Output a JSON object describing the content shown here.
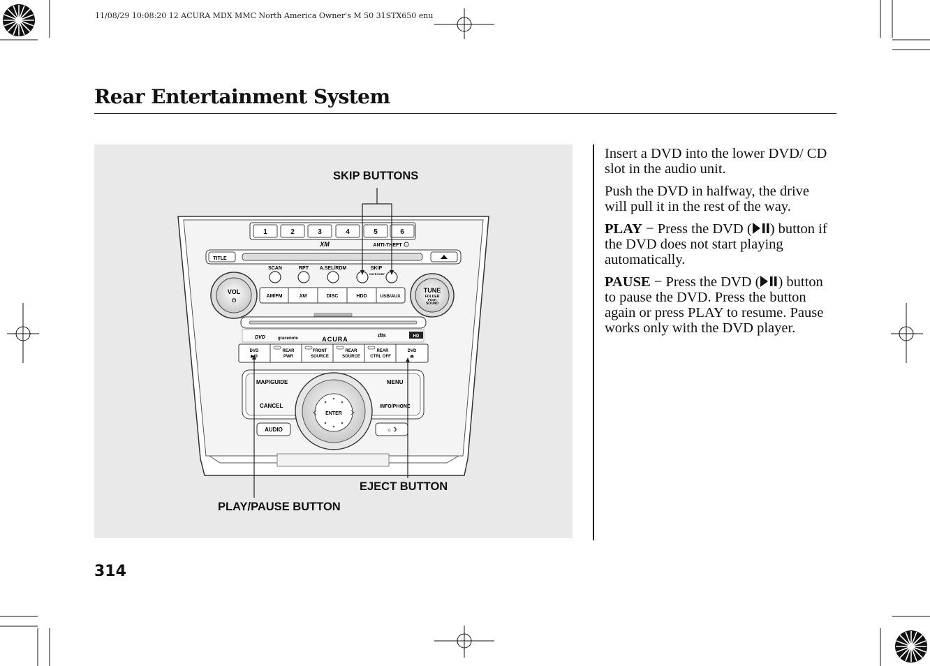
{
  "print_header": "11/08/29 10:08:20   12 ACURA MDX MMC North America Owner's M 50 31STX650 enu",
  "page_title": "Rear Entertainment System",
  "page_number": "314",
  "figure": {
    "callouts": {
      "skip": "SKIP BUTTONS",
      "play_pause": "PLAY/PAUSE BUTTON",
      "eject": "EJECT BUTTON"
    },
    "panel": {
      "presets": [
        "1",
        "2",
        "3",
        "4",
        "5",
        "6"
      ],
      "title_button": "TITLE",
      "anti_theft": "ANTI-THEFT",
      "xm_logo": "XM",
      "top_button_labels": [
        "SCAN",
        "RPT",
        "A.SEL/RDM",
        "SKIP"
      ],
      "category_label": "CATEGORY",
      "vol_label": "VOL",
      "power_glyph": "⏻",
      "source_buttons": [
        "AM/FM",
        "DISC",
        "HDD",
        "USB/AUX"
      ],
      "tune_label": "TUNE",
      "folder_label": "FOLDER",
      "push_label": "PUSH",
      "sound_label": "SOUND",
      "dvd_logo": "DVD",
      "gracenote": "gracenote",
      "brand": "ACURA",
      "dts_logo": "dts",
      "hd_logo": "HD",
      "rear_buttons": [
        {
          "line1": "DVD",
          "line2": "▶/II"
        },
        {
          "line1": "REAR",
          "line2": "PWR"
        },
        {
          "line1": "FRONT",
          "line2": "SOURCE"
        },
        {
          "line1": "REAR",
          "line2": "SOURCE"
        },
        {
          "line1": "REAR",
          "line2": "CTRL OFF"
        },
        {
          "line1": "DVD",
          "line2": "⏏"
        }
      ],
      "map_guide": "MAP/GUIDE",
      "menu": "MENU",
      "cancel": "CANCEL",
      "info_phone": "INFO/PHONE",
      "audio": "AUDIO",
      "enter": "ENTER",
      "brightness_glyph": "☼☽"
    }
  },
  "body": {
    "p1": "Insert a DVD into the lower DVD/ CD slot in the audio unit.",
    "p2": "Push the DVD in halfway, the drive will pull it in the rest of the way.",
    "play_term": "PLAY",
    "play_dash": " − ",
    "play_pre": "Press the DVD (",
    "play_post": ") button if the DVD does not start playing automatically.",
    "pause_term": "PAUSE",
    "pause_dash": " − ",
    "pause_pre": "Press the DVD (",
    "pause_post": ") button to pause the DVD. Press the button again or press PLAY to resume. Pause works only with the DVD player."
  }
}
